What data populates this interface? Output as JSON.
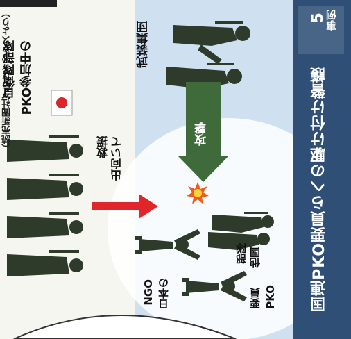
{
  "header": {
    "badge_line1": "事例",
    "badge_line2": "5",
    "title": "国連PKO要員らへの駆け付け警護"
  },
  "note": "（読売新聞社グラフィックスより）",
  "labels": {
    "armed_group": "武装集団",
    "attack": "攻撃",
    "rescue_line1": "出向いて",
    "rescue_line2": "救援",
    "pko_japan_line1": "PKO参加中の",
    "pko_japan_line2": "自衛隊部隊",
    "other_country_line1": "他国",
    "other_country_line2": "部隊",
    "pko_staff_line1": "PKO",
    "pko_staff_line2": "要員",
    "ngo_line1": "日本の",
    "ngo_line2": "NGO"
  },
  "colors": {
    "header_bg": "#2f4f76",
    "sky": "#cfe0f0",
    "soldier": "#2e3a2a",
    "attack_arrow": "#3f6b3a",
    "rescue_arrow": "#e0262a",
    "flag_red": "#d9262b",
    "burst": "#f05a1a"
  },
  "icons": {
    "flag": "japan-flag-icon",
    "burst": "explosion-icon",
    "soldier": "soldier-silhouette-icon",
    "person": "person-arms-raised-icon"
  }
}
